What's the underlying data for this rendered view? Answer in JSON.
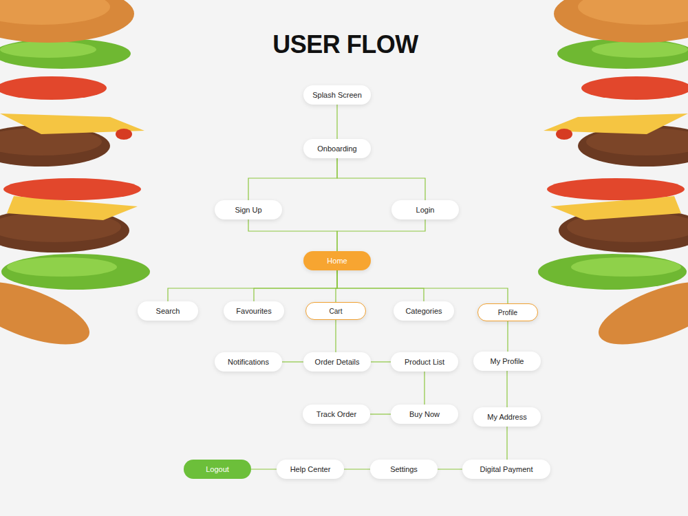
{
  "diagram": {
    "title": "USER FLOW",
    "nodes": [
      {
        "text": [
          "Splash Screen"
        ]
      },
      {
        "text": [
          "Onboarding"
        ]
      },
      {
        "text": [
          "Sign Up"
        ]
      },
      {
        "text": [
          "Login"
        ]
      },
      {
        "text": [
          "Home"
        ]
      },
      {
        "text": [
          "Search"
        ]
      },
      {
        "text": [
          "Favourites"
        ]
      },
      {
        "text": [
          "Cart"
        ]
      },
      {
        "text": [
          "Categories"
        ]
      },
      {
        "text": [
          "Profile"
        ]
      },
      {
        "text": [
          "Notifications"
        ]
      },
      {
        "text": [
          "Order Details"
        ]
      },
      {
        "text": [
          "Product List"
        ]
      },
      {
        "text": [
          "My Profile"
        ]
      },
      {
        "text": [
          "Track Order"
        ]
      },
      {
        "text": [
          "Buy Now"
        ]
      },
      {
        "text": [
          "My Address"
        ]
      },
      {
        "text": [
          "Logout"
        ]
      },
      {
        "text": [
          "Help Center"
        ]
      },
      {
        "text": [
          "Settings"
        ]
      },
      {
        "text": [
          "Digital Payment"
        ]
      }
    ],
    "edges": [
      {
        "from": 0,
        "to": 1,
        "arrow": "none"
      },
      {
        "from": 1,
        "to": 2,
        "arrow": "none"
      },
      {
        "from": 1,
        "to": 3,
        "arrow": "none"
      },
      {
        "from": 2,
        "to": 4,
        "arrow": "none"
      },
      {
        "from": 3,
        "to": 4,
        "arrow": "none"
      },
      {
        "from": 4,
        "to": 5,
        "arrow": "none"
      },
      {
        "from": 4,
        "to": 6,
        "arrow": "none"
      },
      {
        "from": 4,
        "to": 7,
        "arrow": "none"
      },
      {
        "from": 4,
        "to": 8,
        "arrow": "none"
      },
      {
        "from": 4,
        "to": 9,
        "arrow": "none"
      },
      {
        "from": 7,
        "to": 11,
        "arrow": "none"
      },
      {
        "from": 11,
        "to": 10,
        "arrow": "none"
      },
      {
        "from": 11,
        "to": 12,
        "arrow": "none"
      },
      {
        "from": 12,
        "to": 15,
        "arrow": "none"
      },
      {
        "from": 15,
        "to": 14,
        "arrow": "none"
      },
      {
        "from": 9,
        "to": 13,
        "arrow": "none"
      },
      {
        "from": 13,
        "to": 16,
        "arrow": "none"
      },
      {
        "from": 16,
        "to": 20,
        "arrow": "none"
      },
      {
        "from": 20,
        "to": 19,
        "arrow": "none"
      },
      {
        "from": 19,
        "to": 18,
        "arrow": "none"
      },
      {
        "from": 18,
        "to": 17,
        "arrow": "none"
      }
    ]
  }
}
